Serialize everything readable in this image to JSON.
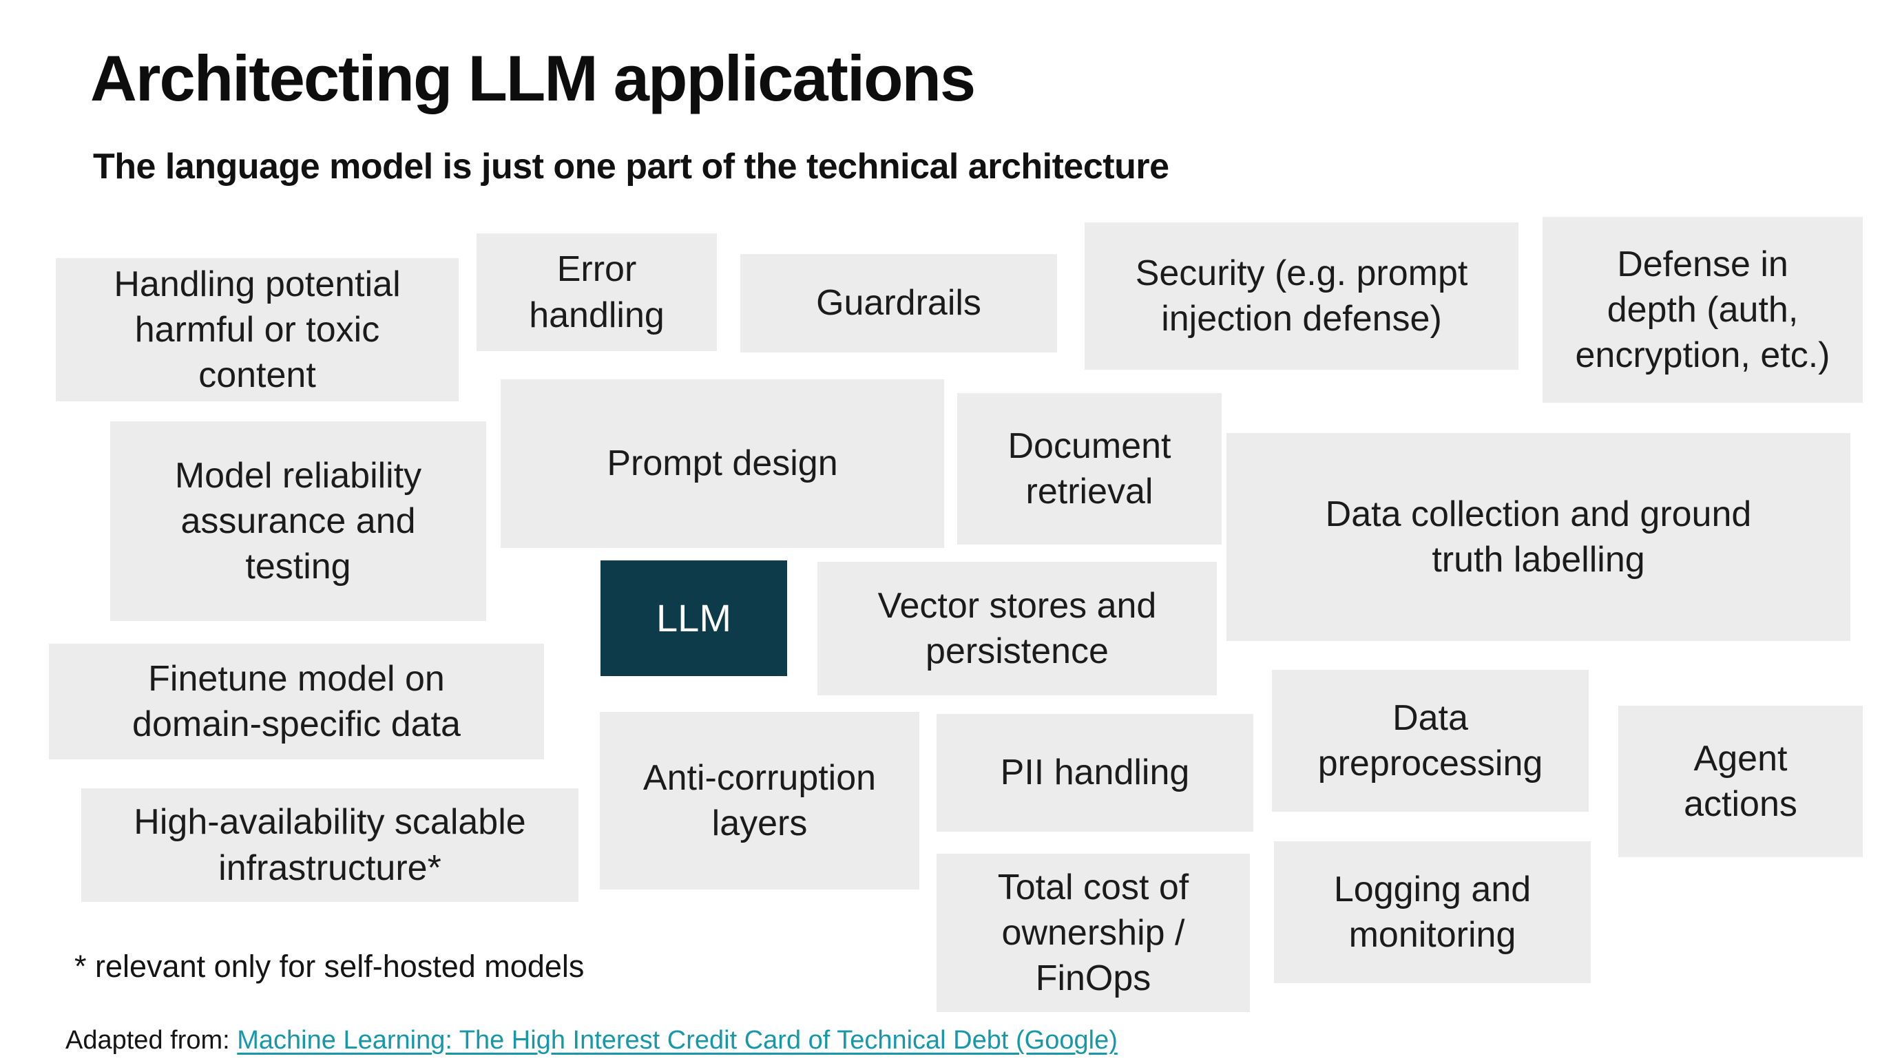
{
  "page": {
    "title": "Architecting LLM applications",
    "subtitle": "The language model is just one part of the technical architecture",
    "footnote": "* relevant only for self-hosted models",
    "attribution": {
      "prefix": "Adapted from: ",
      "link_text": "Machine Learning: The High Interest Credit Card of Technical Debt (Google)"
    }
  },
  "colors": {
    "page_background": "#ffffff",
    "box_background": "#ececec",
    "llm_box_background": "#0d3b4a",
    "llm_box_text": "#ffffff",
    "text": "#1b1b1b",
    "link": "#1798a9"
  },
  "boxes": [
    {
      "id": "handling-harmful-content",
      "label": "Handling potential\nharmful or toxic\ncontent"
    },
    {
      "id": "error-handling",
      "label": "Error\nhandling"
    },
    {
      "id": "guardrails",
      "label": "Guardrails"
    },
    {
      "id": "security-prompt-injection",
      "label": "Security (e.g. prompt\ninjection defense)"
    },
    {
      "id": "defense-in-depth",
      "label": "Defense in\ndepth (auth,\nencryption, etc.)"
    },
    {
      "id": "model-reliability",
      "label": "Model reliability\nassurance and\ntesting"
    },
    {
      "id": "prompt-design",
      "label": "Prompt design"
    },
    {
      "id": "document-retrieval",
      "label": "Document\nretrieval"
    },
    {
      "id": "data-collection",
      "label": "Data collection and ground\ntruth labelling"
    },
    {
      "id": "llm",
      "label": "LLM",
      "variant": "dark"
    },
    {
      "id": "vector-stores",
      "label": "Vector stores and\npersistence"
    },
    {
      "id": "finetune-model",
      "label": "Finetune model on\ndomain-specific data"
    },
    {
      "id": "anti-corruption-layers",
      "label": "Anti-corruption\nlayers"
    },
    {
      "id": "pii-handling",
      "label": "PII handling"
    },
    {
      "id": "data-preprocessing",
      "label": "Data\npreprocessing"
    },
    {
      "id": "agent-actions",
      "label": "Agent\nactions"
    },
    {
      "id": "high-availability-infrastructure",
      "label": "High-availability scalable\ninfrastructure*"
    },
    {
      "id": "total-cost-of-ownership",
      "label": "Total cost of\nownership /\nFinOps"
    },
    {
      "id": "logging-monitoring",
      "label": "Logging and\nmonitoring"
    }
  ]
}
